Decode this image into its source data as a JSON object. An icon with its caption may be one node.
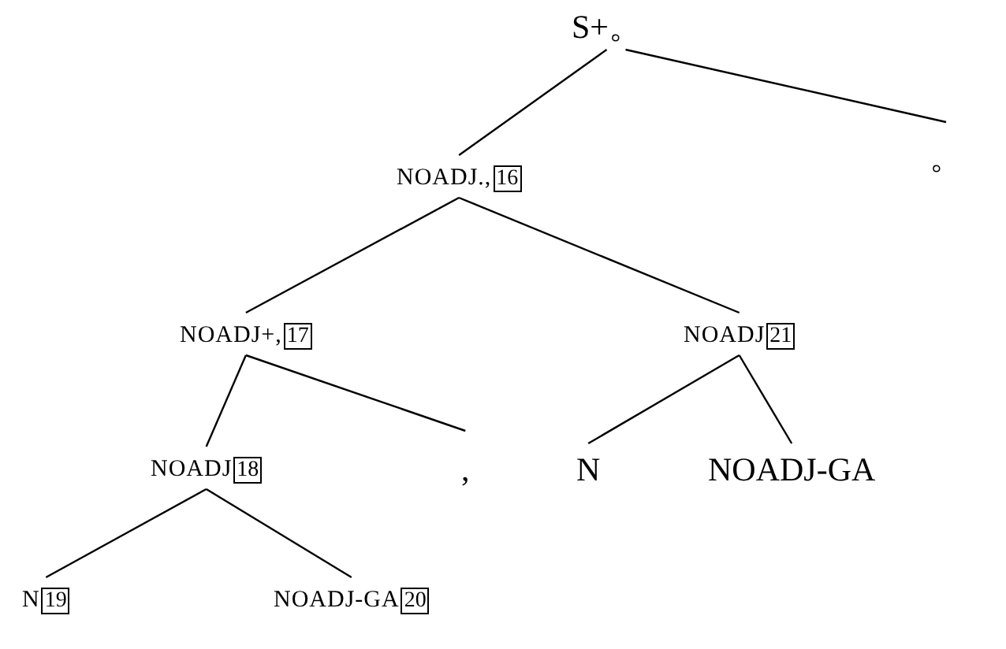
{
  "diagram": {
    "nodes": [
      {
        "text": [
          "S+。"
        ]
      },
      {
        "text": [
          "NOADJ.,",
          "16"
        ]
      },
      {
        "text": [
          "。"
        ]
      },
      {
        "text": [
          "NOADJ+,",
          "17"
        ]
      },
      {
        "text": [
          "NOADJ",
          "21"
        ]
      },
      {
        "text": [
          "NOADJ",
          "18"
        ]
      },
      {
        "text": [
          ","
        ]
      },
      {
        "text": [
          "N"
        ]
      },
      {
        "text": [
          "NOADJ-GA"
        ]
      },
      {
        "text": [
          "N",
          "19"
        ]
      },
      {
        "text": [
          "NOADJ-GA",
          "20"
        ]
      }
    ],
    "edges": [
      {
        "from": 0,
        "to": 1,
        "arrow": "none"
      },
      {
        "from": 0,
        "to": 2,
        "arrow": "none"
      },
      {
        "from": 1,
        "to": 3,
        "arrow": "none"
      },
      {
        "from": 1,
        "to": 4,
        "arrow": "none"
      },
      {
        "from": 3,
        "to": 5,
        "arrow": "none"
      },
      {
        "from": 3,
        "to": 6,
        "arrow": "none"
      },
      {
        "from": 4,
        "to": 7,
        "arrow": "none"
      },
      {
        "from": 4,
        "to": 8,
        "arrow": "none"
      },
      {
        "from": 5,
        "to": 9,
        "arrow": "none"
      },
      {
        "from": 5,
        "to": 10,
        "arrow": "none"
      }
    ]
  }
}
